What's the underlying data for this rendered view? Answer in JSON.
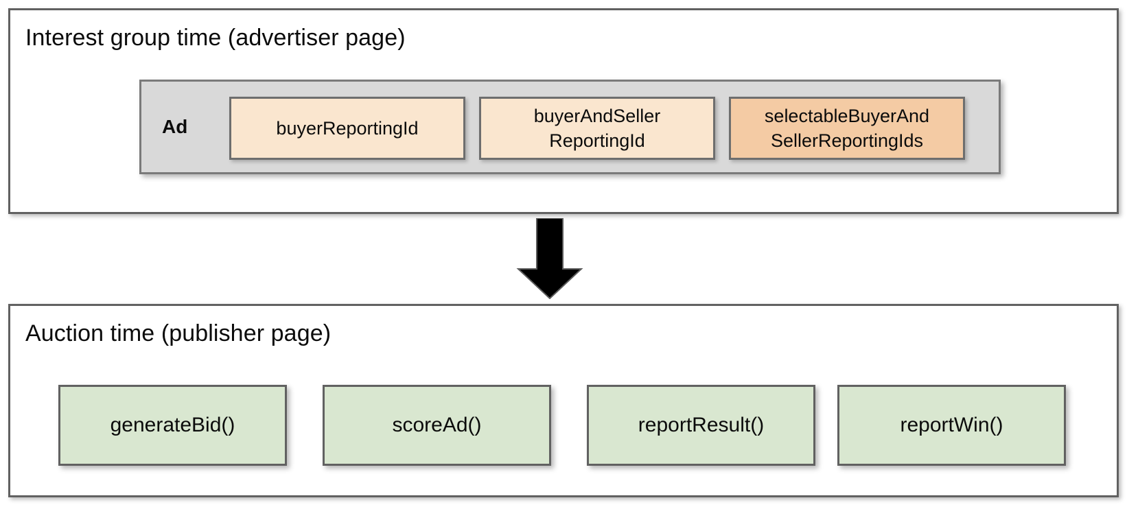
{
  "diagram": {
    "title_hidden": "",
    "colors": {
      "panel_border": "#616161",
      "ad_container_bg": "#d9d9d9",
      "reporting_id_light": "#fae6cf",
      "reporting_id_highlight": "#f4cba4",
      "function_box_bg": "#d9e7d0",
      "arrow": "#000000",
      "text": "#0b0b0b"
    },
    "advertiser_panel": {
      "title": "Interest group time (advertiser page)",
      "ad_label": "Ad",
      "reporting_ids": [
        {
          "label": "buyerReportingId",
          "emphasis": "normal"
        },
        {
          "label": "buyerAndSeller\nReportingId",
          "line1": "buyerAndSeller",
          "line2": "ReportingId",
          "emphasis": "normal"
        },
        {
          "label": "selectableBuyerAnd\nSellerReportingIds",
          "line1": "selectableBuyerAnd",
          "line2": "SellerReportingIds",
          "emphasis": "highlight"
        }
      ]
    },
    "flow": {
      "arrow_icon": "down-arrow-icon",
      "direction": "down"
    },
    "publisher_panel": {
      "title": "Auction time (publisher page)",
      "functions": [
        {
          "label": "generateBid()"
        },
        {
          "label": "scoreAd()"
        },
        {
          "label": "reportResult()"
        },
        {
          "label": "reportWin()"
        }
      ]
    }
  }
}
